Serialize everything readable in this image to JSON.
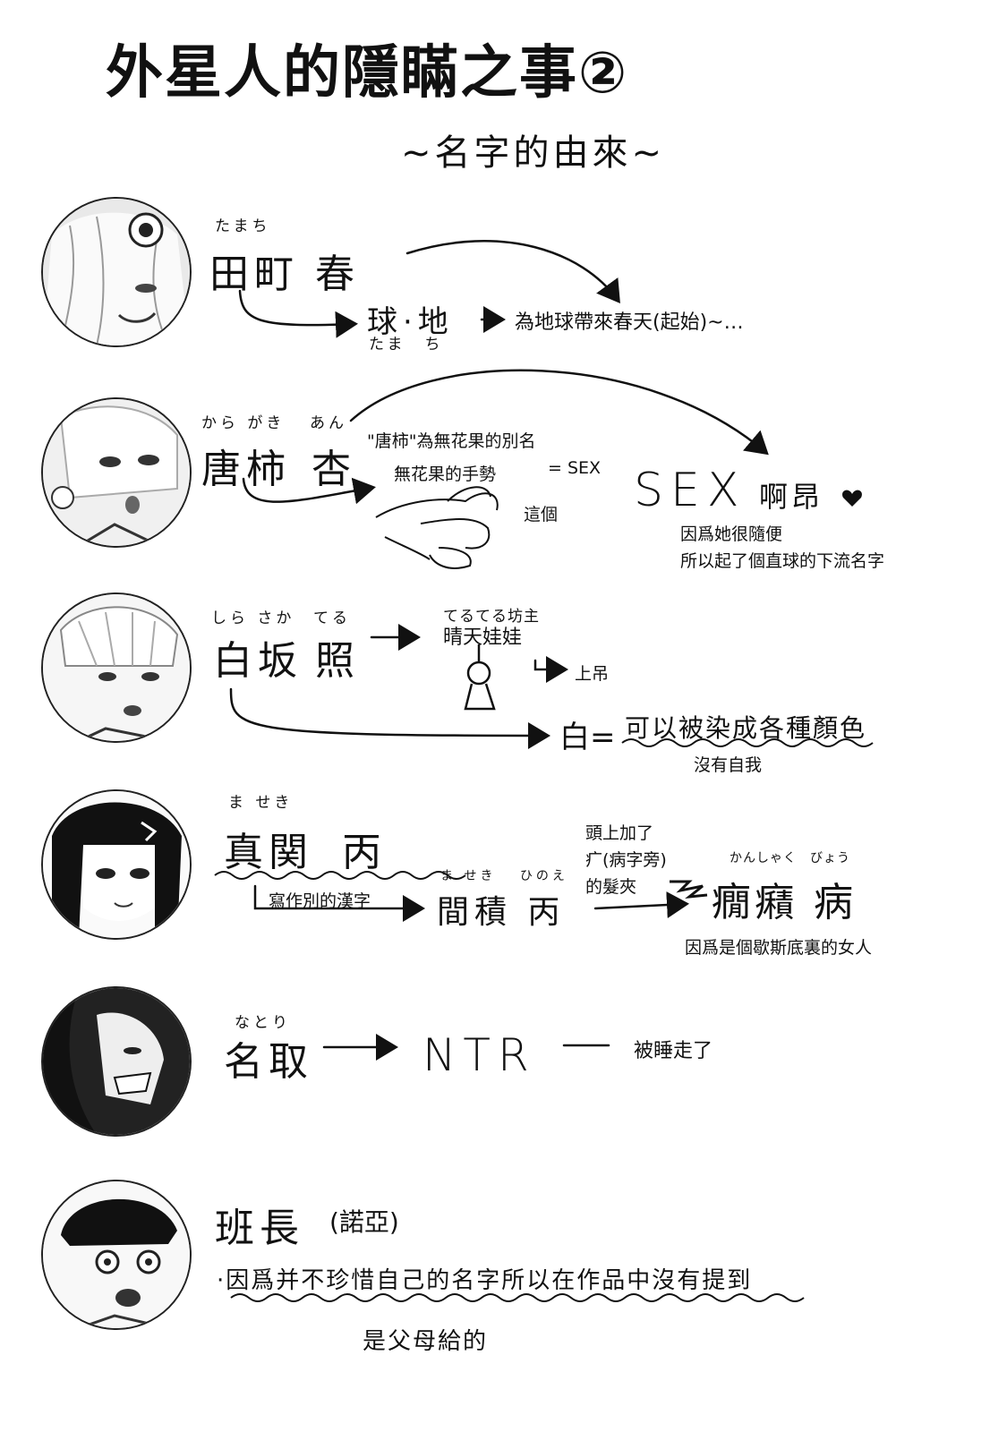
{
  "title": "外星人的隱瞞之事②",
  "subtitle": "~名字的由來~",
  "sections": {
    "tamachi": {
      "ruby": "たまち",
      "name_family": "田町",
      "name_given": "春",
      "derived": "球·地",
      "derived_ruby": "たま　ち",
      "meaning": "為地球帶來春天(起始)~…"
    },
    "karagaki": {
      "ruby_family": "から がき",
      "ruby_given": "あん",
      "name_family": "唐柿",
      "name_given": "杏",
      "note1": "\"唐柿\"為無花果的別名",
      "note2": "無花果的手勢",
      "equals_sex": "= SEX",
      "this": "這個",
      "sex_big": "SEX",
      "aang": "啊昂",
      "reason1": "因爲她很隨便",
      "reason2": "所以起了個直球的下流名字"
    },
    "shirasaka": {
      "ruby_family": "しら さか",
      "ruby_given": "てる",
      "name_family": "白坂",
      "name_given": "照",
      "teru_ruby": "てるてる坊主",
      "teru": "晴天娃娃",
      "hang": "上吊",
      "white": "白=",
      "white_meaning": "可以被染成各種顏色",
      "no_self": "沒有自我"
    },
    "maseki": {
      "ruby": "ま せき",
      "name_family": "真関",
      "name_given": "丙",
      "wrong_kanji": "寫作別的漢字",
      "alt_ruby": "ま せき　 ひのえ",
      "alt_name": "間積 丙",
      "add1": "頭上加了",
      "add2": "疒(病字旁)",
      "add3": "的髮夾",
      "disease_ruby1": "かんしゃく",
      "disease_ruby2": "びょう",
      "disease": "癇癪 病",
      "reason": "因爲是個歇斯底裏的女人"
    },
    "natori": {
      "ruby": "なとり",
      "name": "名取",
      "ntr": "NTR",
      "meaning": "被睡走了"
    },
    "hanchou": {
      "name": "班長",
      "noah": "(諾亞)",
      "reason": "·因爲并不珍惜自己的名字所以在作品中沒有提到",
      "parents": "是父母給的"
    }
  }
}
